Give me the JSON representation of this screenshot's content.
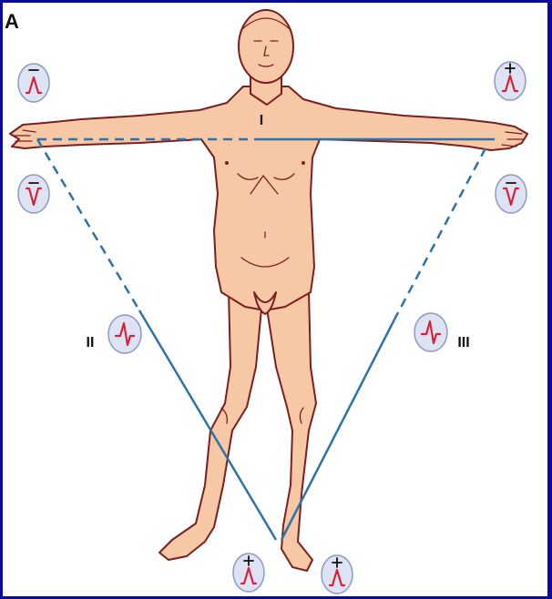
{
  "panel": {
    "letter": "A"
  },
  "colors": {
    "frame": "#0a0a9c",
    "background": "#ffffff",
    "skin": "#f6c8a6",
    "outline": "#7a1f1f",
    "lead_line": "#2f72a8",
    "waveform": "#d8203a",
    "electrode_badge": "#dde3f3"
  },
  "leads": {
    "I": {
      "label": "I"
    },
    "II": {
      "label": "II"
    },
    "III": {
      "label": "III"
    }
  },
  "electrode_badges": [
    {
      "id": "lead-i-right-arm",
      "lead": "I",
      "polarity": "negative",
      "deflection": "upright"
    },
    {
      "id": "lead-i-left-arm",
      "lead": "I",
      "polarity": "positive",
      "deflection": "upright"
    },
    {
      "id": "lead-ii-right-arm",
      "lead": "II",
      "polarity": "negative",
      "deflection": "inverted"
    },
    {
      "id": "lead-iii-left-arm",
      "lead": "III",
      "polarity": "negative",
      "deflection": "inverted"
    },
    {
      "id": "lead-ii-mid",
      "lead": "II",
      "polarity": "none",
      "deflection": "biphasic"
    },
    {
      "id": "lead-iii-mid",
      "lead": "III",
      "polarity": "none",
      "deflection": "biphasic"
    },
    {
      "id": "lead-ii-left-leg",
      "lead": "II",
      "polarity": "positive",
      "deflection": "upright"
    },
    {
      "id": "lead-iii-left-leg",
      "lead": "III",
      "polarity": "positive",
      "deflection": "upright"
    }
  ]
}
